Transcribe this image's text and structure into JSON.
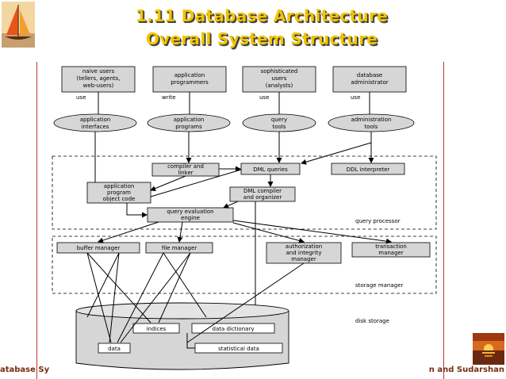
{
  "title_line1": "1.11 Database Architecture",
  "title_line2": "Overall System Structure",
  "footer_left": "atabase Sy",
  "footer_right": "n and Sudarshan",
  "colors": {
    "title": "#F2C400",
    "accent": "#b33333",
    "box": "#d6d6d6"
  },
  "icons": {
    "left_logo": "sailboat-icon",
    "right_logo": "sunset-icon"
  },
  "diagram": {
    "users": {
      "naive": [
        "naive users",
        "(tellers, agents,",
        "web-users)"
      ],
      "programmers": [
        "application",
        "programmers"
      ],
      "sophisticated": [
        "sophisticated",
        "users",
        "(analysts)"
      ],
      "dba": [
        "database",
        "administrator"
      ]
    },
    "edge_labels": {
      "use1": "use",
      "write": "write",
      "use2": "use",
      "use3": "use"
    },
    "tools": {
      "interfaces": [
        "application",
        "interfaces"
      ],
      "programs": [
        "application",
        "programs"
      ],
      "query_tools": [
        "query",
        "tools"
      ],
      "admin_tools": [
        "administration",
        "tools"
      ]
    },
    "query_processor": {
      "compiler": [
        "compiler and",
        "linker"
      ],
      "dml_queries": "DML queries",
      "ddl": "DDL interpreter",
      "object_code": [
        "application",
        "program",
        "object code"
      ],
      "dml_compiler": [
        "DML compiler",
        "and organizer"
      ],
      "eval": [
        "query evaluation",
        "engine"
      ],
      "label": "query processor"
    },
    "storage_manager": {
      "buffer": "buffer manager",
      "file": "file manager",
      "auth": [
        "authorization",
        "and integrity",
        "manager"
      ],
      "transaction": [
        "transaction",
        "manager"
      ],
      "label": "storage manager"
    },
    "disk": {
      "indices": "indices",
      "dictionary": "data dictionary",
      "data": "data",
      "statistical": "statistical data",
      "label": "disk storage"
    }
  }
}
